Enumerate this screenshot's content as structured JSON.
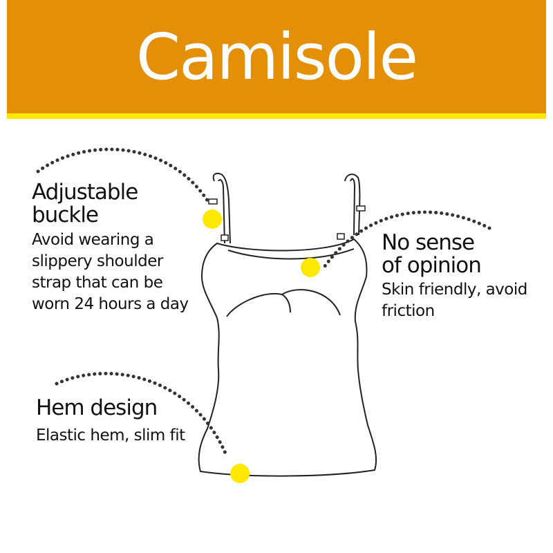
{
  "header": {
    "title": "Camisole",
    "bg_color": "#e39008",
    "stripe_color": "#ffe800"
  },
  "marker_color": "#ffe800",
  "callouts": {
    "buckle": {
      "title_lines": [
        "Adjustable",
        "buckle"
      ],
      "desc_lines": [
        "Avoid wearing a",
        "slippery shoulder",
        "strap that can be",
        "worn 24 hours a day"
      ]
    },
    "opinion": {
      "title_lines": [
        "No sense",
        "of opinion"
      ],
      "desc_lines": [
        "Skin friendly, avoid",
        "friction"
      ]
    },
    "hem": {
      "title_lines": [
        "Hem design"
      ],
      "desc_lines": [
        "Elastic hem, slim fit"
      ]
    }
  }
}
